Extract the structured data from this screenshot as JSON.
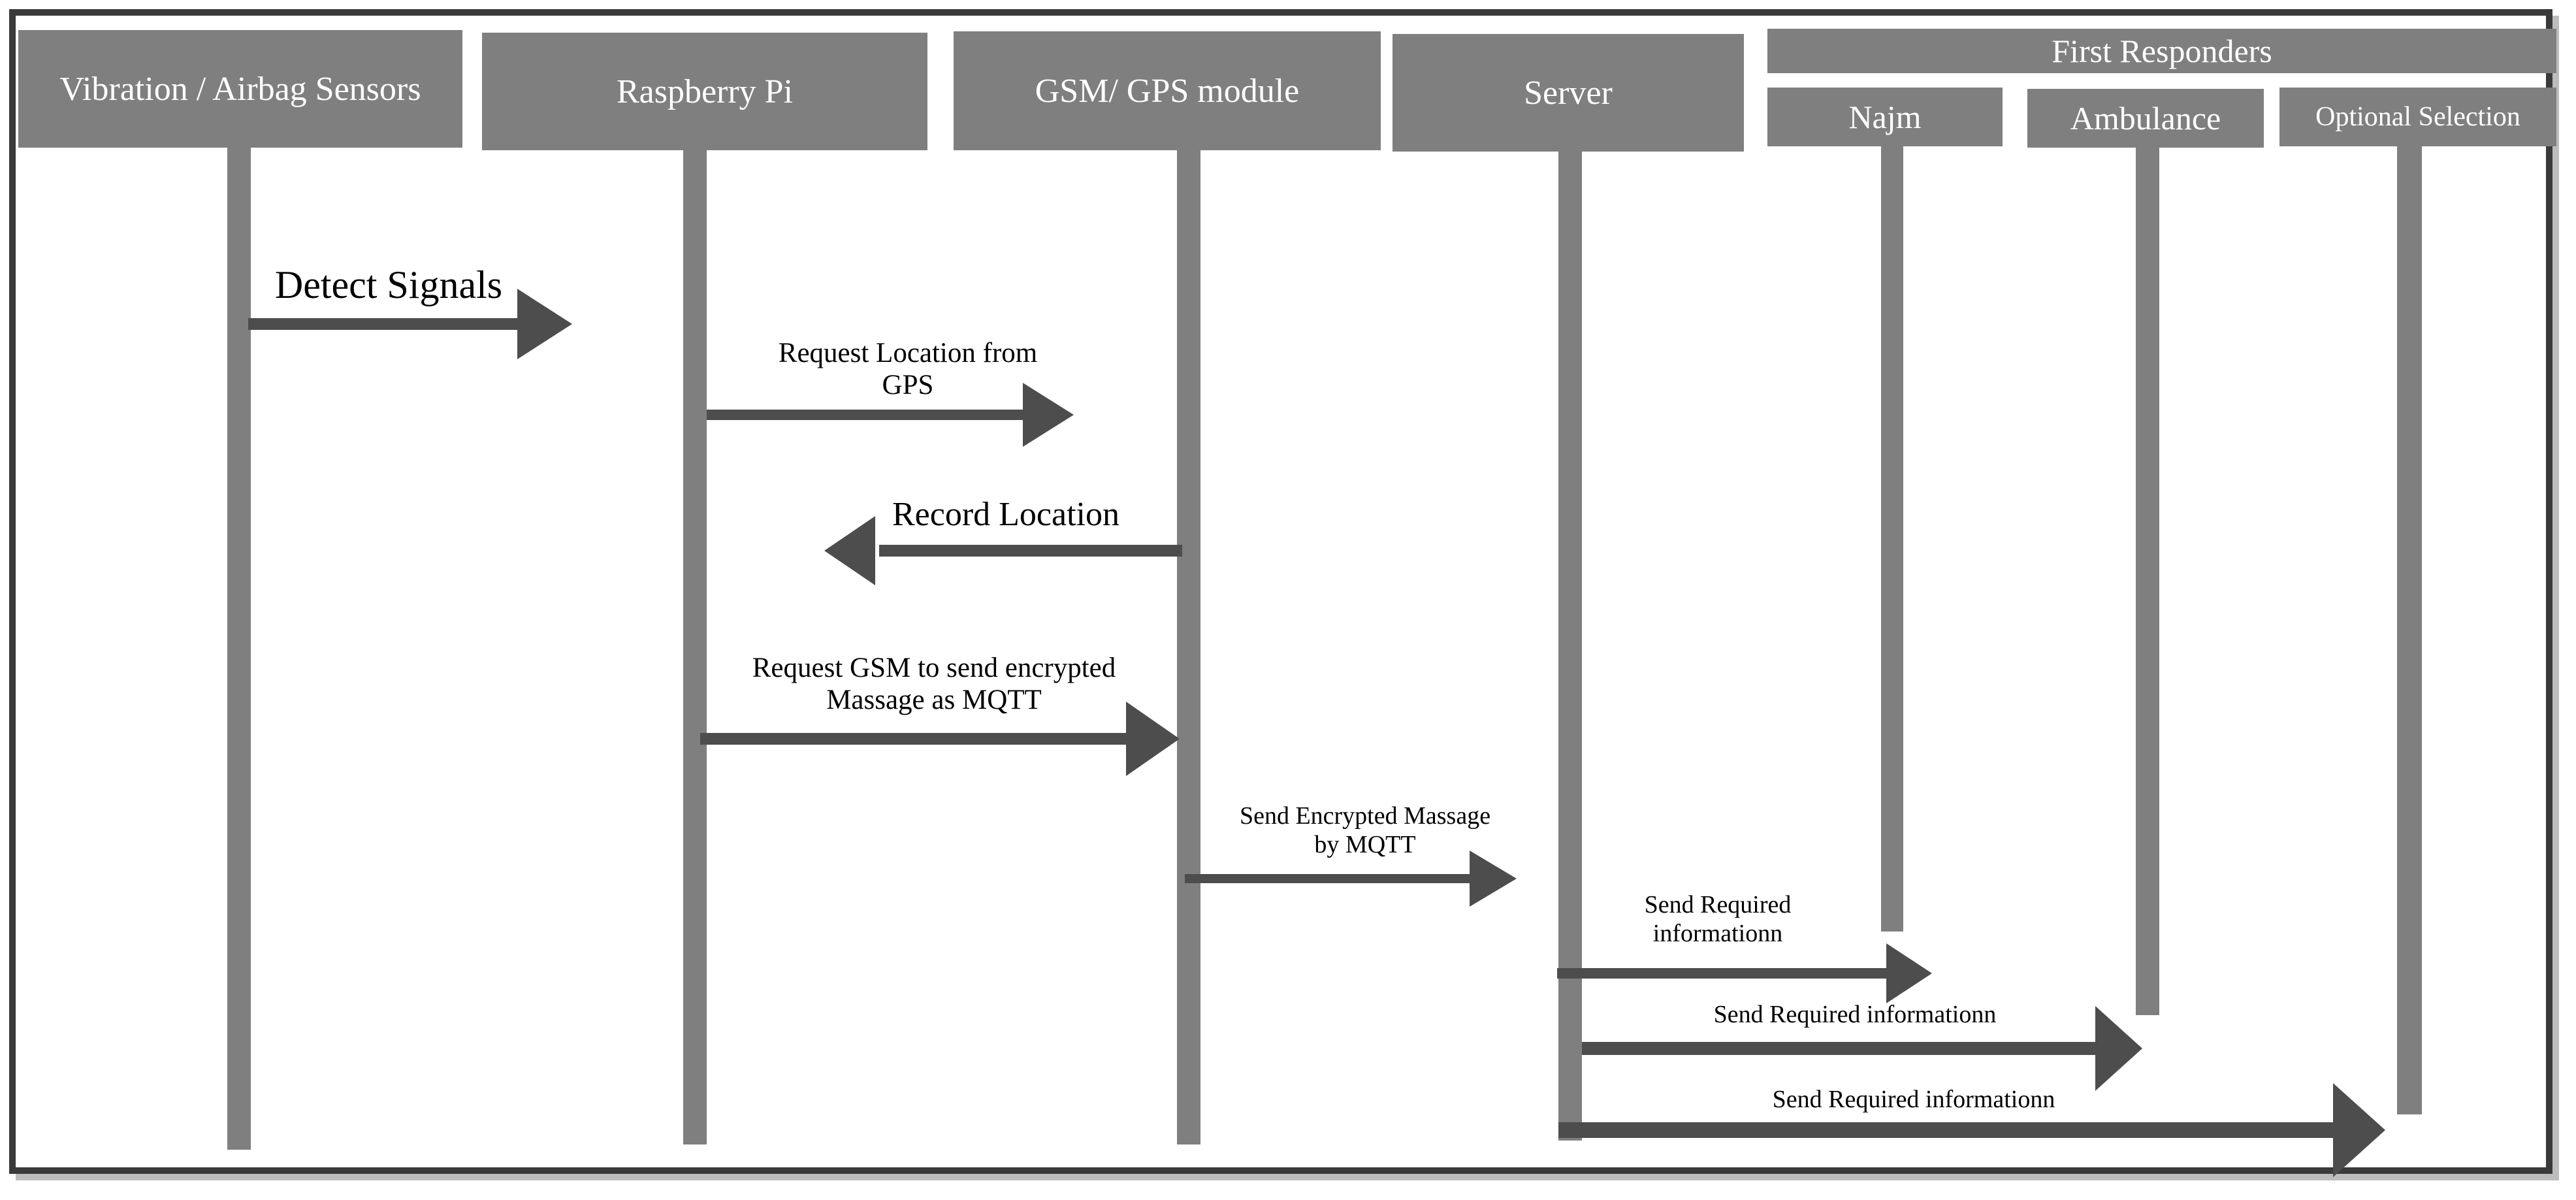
{
  "headers": {
    "sensors": "Vibration / Airbag Sensors",
    "raspberry": "Raspberry  Pi",
    "gsm": "GSM/ GPS module",
    "server": "Server",
    "first_responders": "First Responders",
    "najm": "Najm",
    "ambulance": "Ambulance",
    "optional": "Optional Selection"
  },
  "messages": {
    "detect": "Detect  Signals",
    "request_location_1": "Request Location from",
    "request_location_2": "GPS",
    "record_location": "Record  Location",
    "request_gsm_1": "Request GSM to send encrypted",
    "request_gsm_2": "Massage as MQTT",
    "send_encrypted_1": "Send Encrypted Massage",
    "send_encrypted_2": "by MQTT",
    "send_najm_1": "Send Required",
    "send_najm_2": "informationn",
    "send_ambulance": "Send Required informationn",
    "send_optional": "Send Required informationn"
  },
  "colors": {
    "header_fill": "#7f7f7f",
    "lifeline": "#7f7f7f",
    "arrow": "#4d4d4d",
    "border": "#3a3a3a"
  }
}
